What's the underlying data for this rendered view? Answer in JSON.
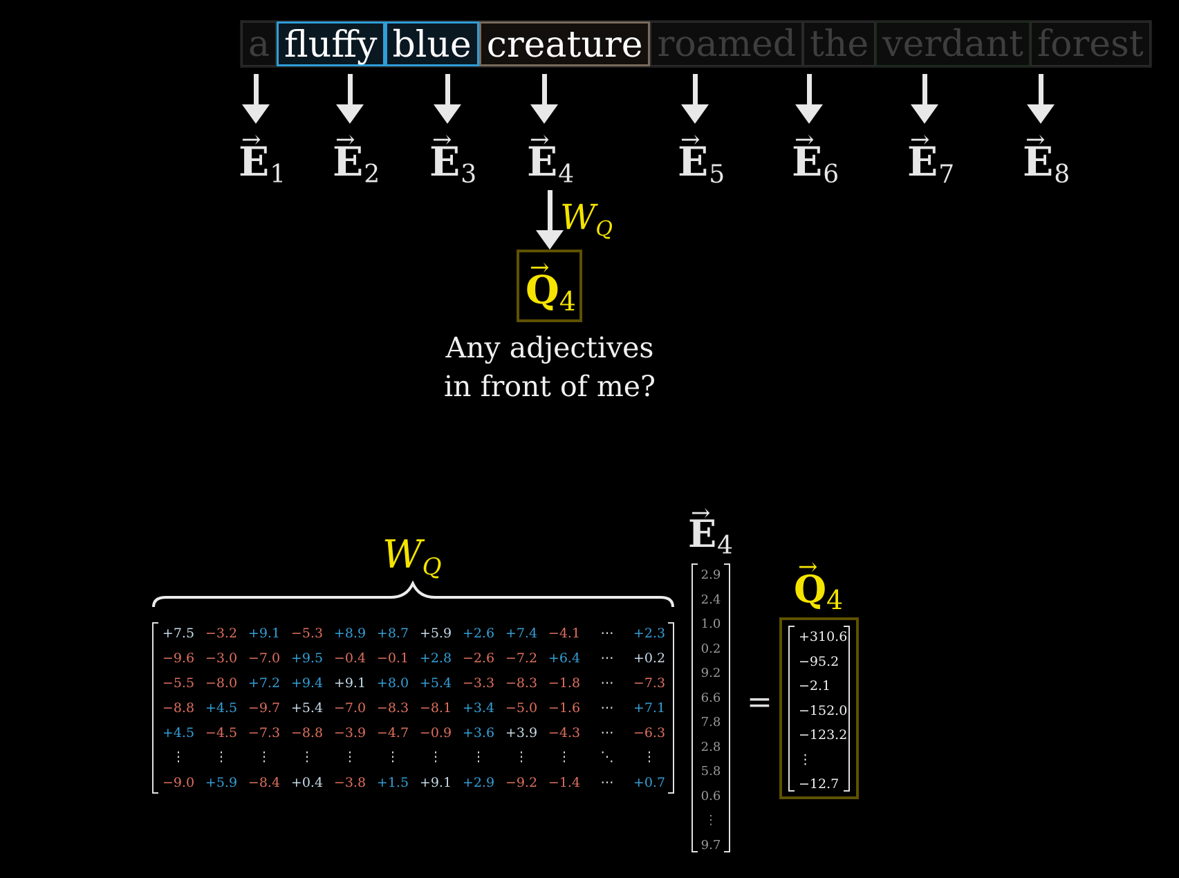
{
  "tokens": [
    {
      "text": "a",
      "state": "dim"
    },
    {
      "text": "fluffy",
      "state": "adjective"
    },
    {
      "text": "blue",
      "state": "adjective"
    },
    {
      "text": "creature",
      "state": "noun"
    },
    {
      "text": "roamed",
      "state": "dim"
    },
    {
      "text": "the",
      "state": "dim"
    },
    {
      "text": "verdant",
      "state": "dim"
    },
    {
      "text": "forest",
      "state": "dim"
    }
  ],
  "embeddings": {
    "symbol": "E",
    "arrow_glyph": "→",
    "subscripts": [
      "1",
      "2",
      "3",
      "4",
      "5",
      "6",
      "7",
      "8"
    ]
  },
  "query": {
    "weight_symbol": "W",
    "weight_subscript": "Q",
    "symbol": "Q",
    "subscript": "4",
    "question_line1": "Any adjectives",
    "question_line2": "in front of me?"
  },
  "matrix_section": {
    "brace_label_symbol": "W",
    "brace_label_subscript": "Q",
    "matrix_rows": [
      [
        "+7.5",
        "−3.2",
        "+9.1",
        "−5.3",
        "+8.9",
        "+8.7",
        "+5.9",
        "+2.6",
        "+7.4",
        "−4.1",
        "⋯",
        "+2.3"
      ],
      [
        "−9.6",
        "−3.0",
        "−7.0",
        "+9.5",
        "−0.4",
        "−0.1",
        "+2.8",
        "−2.6",
        "−7.2",
        "+6.4",
        "⋯",
        "+0.2"
      ],
      [
        "−5.5",
        "−8.0",
        "+7.2",
        "+9.4",
        "+9.1",
        "+8.0",
        "+5.4",
        "−3.3",
        "−8.3",
        "−1.8",
        "⋯",
        "−7.3"
      ],
      [
        "−8.8",
        "+4.5",
        "−9.7",
        "+5.4",
        "−7.0",
        "−8.3",
        "−8.1",
        "+3.4",
        "−5.0",
        "−1.6",
        "⋯",
        "+7.1"
      ],
      [
        "+4.5",
        "−4.5",
        "−7.3",
        "−8.8",
        "−3.9",
        "−4.7",
        "−0.9",
        "+3.6",
        "+3.9",
        "−4.3",
        "⋯",
        "−6.3"
      ],
      [
        "⋮",
        "⋮",
        "⋮",
        "⋮",
        "⋮",
        "⋮",
        "⋮",
        "⋮",
        "⋮",
        "⋮",
        "⋱",
        "⋮"
      ],
      [
        "−9.0",
        "+5.9",
        "−8.4",
        "+0.4",
        "−3.8",
        "+1.5",
        "+9.1",
        "+2.9",
        "−9.2",
        "−1.4",
        "⋯",
        "+0.7"
      ]
    ],
    "e4_label_symbol": "E",
    "e4_label_subscript": "4",
    "e4_values": [
      "2.9",
      "2.4",
      "1.0",
      "0.2",
      "9.2",
      "6.6",
      "7.8",
      "2.8",
      "5.8",
      "0.6",
      "⋮",
      "9.7"
    ],
    "equals": "=",
    "q4_label_symbol": "Q",
    "q4_label_subscript": "4",
    "q4_values": [
      "+310.6",
      "−95.2",
      "−2.1",
      "−152.0",
      "−123.2",
      "⋮",
      "−12.7"
    ]
  },
  "colors": {
    "background": "#000000",
    "highlight_blue": "#2f9ed8",
    "query_yellow": "#f4e400",
    "negative_red": "#e07060"
  }
}
